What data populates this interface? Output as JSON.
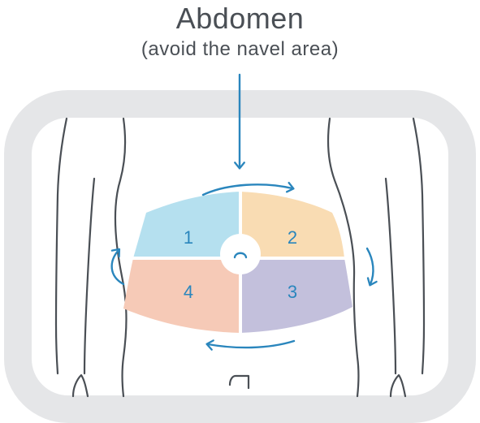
{
  "title": "Abdomen",
  "subtitle": "(avoid the navel area)",
  "zones": [
    {
      "id": "1",
      "label": "1",
      "color": "#b5e0ef"
    },
    {
      "id": "2",
      "label": "2",
      "color": "#f9dcb3"
    },
    {
      "id": "3",
      "label": "3",
      "color": "#c3c0dc"
    },
    {
      "id": "4",
      "label": "4",
      "color": "#f6cab7"
    }
  ],
  "colors": {
    "frame": "#e5e6e8",
    "outline": "#4a4f55",
    "arrow": "#2a86bd",
    "navel": "#2a86bd"
  },
  "icons": [
    "down-arrow-icon",
    "rotation-arrow-icon",
    "navel-icon"
  ]
}
